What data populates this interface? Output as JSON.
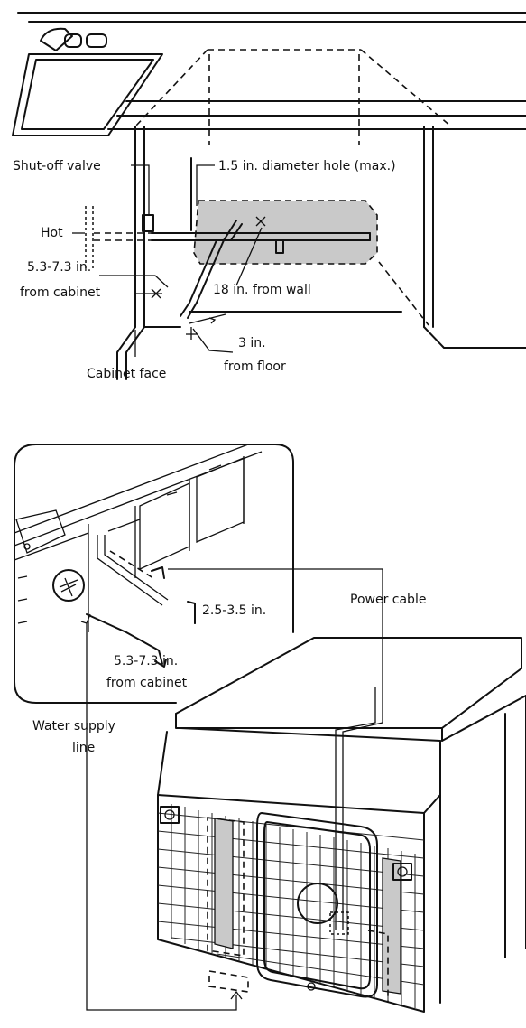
{
  "top_diagram": {
    "labels": {
      "shutoff_valve": "Shut-off valve",
      "hole": "1.5 in. diameter hole (max.)",
      "hot": "Hot",
      "from_cabinet_1": "5.3-7.3 in.",
      "from_cabinet_2": "from cabinet",
      "from_wall": "18 in. from wall",
      "from_floor_1": "3 in.",
      "from_floor_2": "from floor",
      "cabinet_face": "Cabinet face"
    }
  },
  "bottom_diagram": {
    "labels": {
      "height_range": "2.5-3.5 in.",
      "power_cable": "Power cable",
      "from_cabinet_1": "5.3-7.3 in.",
      "from_cabinet_2": "from cabinet",
      "water_supply_1": "Water supply",
      "water_supply_2": "line"
    }
  },
  "colors": {
    "ink": "#111111",
    "shade": "#c9c9c9",
    "paper": "#ffffff"
  }
}
